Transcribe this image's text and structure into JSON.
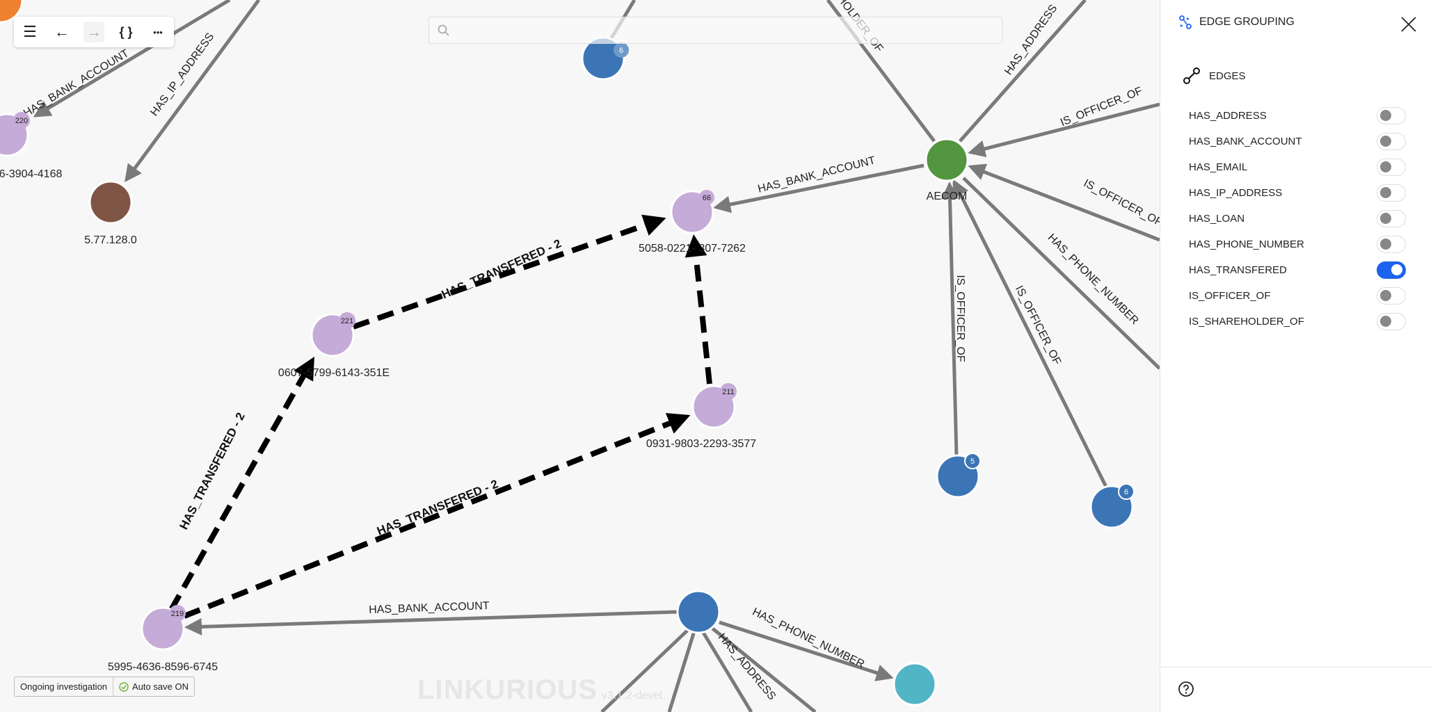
{
  "toolbar": {
    "menu": "menu-icon",
    "back": "back-icon",
    "forward": "forward-icon",
    "brackets": "{ }",
    "more": "•••"
  },
  "search": {
    "placeholder": "",
    "value": ""
  },
  "edges": {
    "top_bank": "HAS_BANK_ACCOUNT",
    "top_ip": "HAS_IP_ADDRESS",
    "shareholder": "IS_SHAREHOLDER_OF",
    "address": "HAS_ADDRESS",
    "officer1": "IS_OFFICER_OF",
    "aecom_bank": "HAS_BANK_ACCOUNT",
    "officer2": "IS_OFFICER_OF",
    "phone1": "HAS_PHONE_NUMBER",
    "officer3": "IS_OFFICER_OF",
    "officer4": "IS_OFFICER_OF",
    "transfer_upper": "HAS_TRANSFERED - 2",
    "transfer_lower": "HAS_TRANSFERED - 2",
    "transfer_left": "HAS_TRANSFERED - 2",
    "bottom_bank": "HAS_BANK_ACCOUNT",
    "bottom_phone": "HAS_PHONE_NUMBER",
    "bottom_address": "HAS_ADDRESS"
  },
  "nodes": {
    "n220": {
      "label": "6-3904-4168",
      "badge": "220"
    },
    "ip": {
      "label": "5.77.128.0"
    },
    "topblue": {
      "badge": "6"
    },
    "aecom": {
      "label": "AECOM"
    },
    "n66": {
      "label": "5058-0221-  307-7262",
      "badge": "66"
    },
    "n221": {
      "label": "0607-5799-6143-351E",
      "badge": "221"
    },
    "n211": {
      "label": "0931-9803-2293-3577",
      "badge": "211"
    },
    "n219": {
      "label": "5995-4636-8596-6745",
      "badge": "219"
    },
    "blue5": {
      "badge": "5"
    },
    "blue6": {
      "badge": "6"
    }
  },
  "colors": {
    "account": "#c5abd8",
    "company": "#52963f",
    "person": "#3b75b5",
    "ip": "#7f5646",
    "phone": "#52b5c6",
    "orange": "#f08130",
    "accent": "#1d63ed"
  },
  "status": {
    "investigation": "Ongoing investigation",
    "autosave": "Auto save ON"
  },
  "watermark": {
    "brand": "LINKURIOUS",
    "version": "v3.1.2-devel…"
  },
  "panel": {
    "title": "EDGE GROUPING",
    "section": "EDGES",
    "items": [
      {
        "label": "HAS_ADDRESS",
        "on": false
      },
      {
        "label": "HAS_BANK_ACCOUNT",
        "on": false
      },
      {
        "label": "HAS_EMAIL",
        "on": false
      },
      {
        "label": "HAS_IP_ADDRESS",
        "on": false
      },
      {
        "label": "HAS_LOAN",
        "on": false
      },
      {
        "label": "HAS_PHONE_NUMBER",
        "on": false
      },
      {
        "label": "HAS_TRANSFERED",
        "on": true
      },
      {
        "label": "IS_OFFICER_OF",
        "on": false
      },
      {
        "label": "IS_SHAREHOLDER_OF",
        "on": false
      }
    ]
  }
}
